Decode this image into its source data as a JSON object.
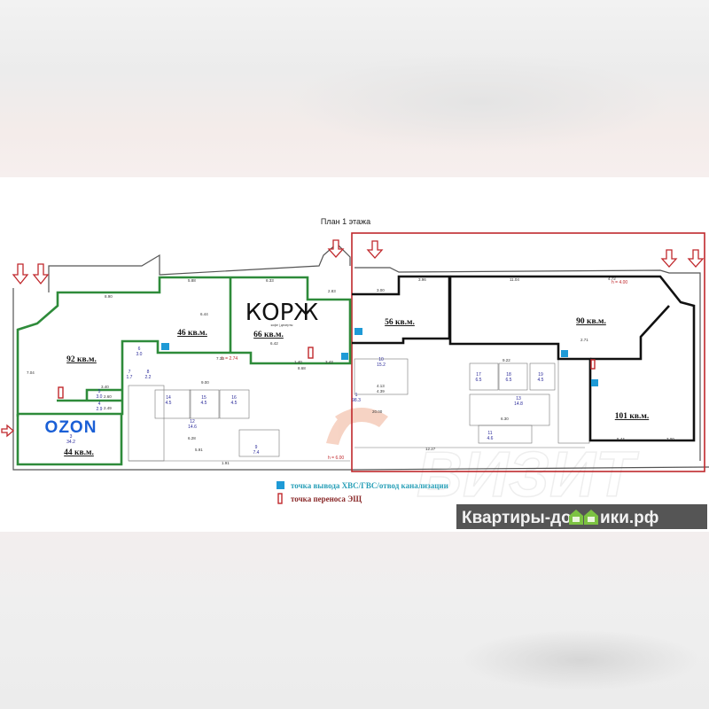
{
  "plan": {
    "title": "План 1 этажа",
    "units": [
      {
        "id": "u92",
        "label": "92 кв.м."
      },
      {
        "id": "u46",
        "label": "46 кв.м."
      },
      {
        "id": "u66",
        "label": "66 кв.м."
      },
      {
        "id": "u44",
        "label": "44 кв.м."
      },
      {
        "id": "u56",
        "label": "56 кв.м."
      },
      {
        "id": "u90",
        "label": "90 кв.м."
      },
      {
        "id": "u101",
        "label": "101 кв.м."
      }
    ],
    "heights": [
      "h = 2.74",
      "h = 6.00",
      "h = 4.00"
    ],
    "rooms": [
      {
        "num": "1",
        "area": "98.3"
      },
      {
        "num": "3",
        "area": "34.2"
      },
      {
        "num": "4",
        "area": "2.9"
      },
      {
        "num": "5",
        "area": "3.0"
      },
      {
        "num": "6",
        "area": "3.0"
      },
      {
        "num": "7",
        "area": "1.7"
      },
      {
        "num": "8",
        "area": "2.2"
      },
      {
        "num": "9",
        "area": "7.4"
      },
      {
        "num": "10",
        "area": "15.2"
      },
      {
        "num": "11",
        "area": "4.6"
      },
      {
        "num": "12",
        "area": "14.6"
      },
      {
        "num": "13",
        "area": "14.8"
      },
      {
        "num": "14",
        "area": "4.5"
      },
      {
        "num": "15",
        "area": "4.5"
      },
      {
        "num": "16",
        "area": "4.5"
      },
      {
        "num": "17",
        "area": "6.5"
      },
      {
        "num": "18",
        "area": "6.5"
      },
      {
        "num": "19",
        "area": "4.5"
      }
    ],
    "dimensions": [
      "8.90",
      "5.88",
      "6.33",
      "2.83",
      "3.00",
      "3.96",
      "11.04",
      "4.72",
      "7.04",
      "7.32",
      "8.68",
      "9.00",
      "5.91",
      "1.91",
      "20.00",
      "12.27",
      "4.13",
      "4.39",
      "6.30",
      "9.22",
      "2.71",
      "5.44",
      "3.00",
      "6.42",
      "6.44",
      "3.40",
      "2.60",
      "2.49",
      "1.40",
      "3.43",
      "6.28"
    ]
  },
  "brands": {
    "ozon": "OZON",
    "korzh": "КОРЖ",
    "korzh_sub": "кофе | десерты",
    "watermark": "ВИЗИТ"
  },
  "legend": {
    "water": "точка вывода ХВС/ГВС/отвод канализации",
    "electric": "точка переноса ЭЩ"
  },
  "banner": {
    "text_left": "Квартиры-до",
    "text_right": "ики.рф"
  },
  "colors": {
    "green_outline": "#2e8b3a",
    "red_outline": "#c0282c",
    "water_point": "#1e9ad6",
    "ozon_blue": "#1a5fd6"
  }
}
